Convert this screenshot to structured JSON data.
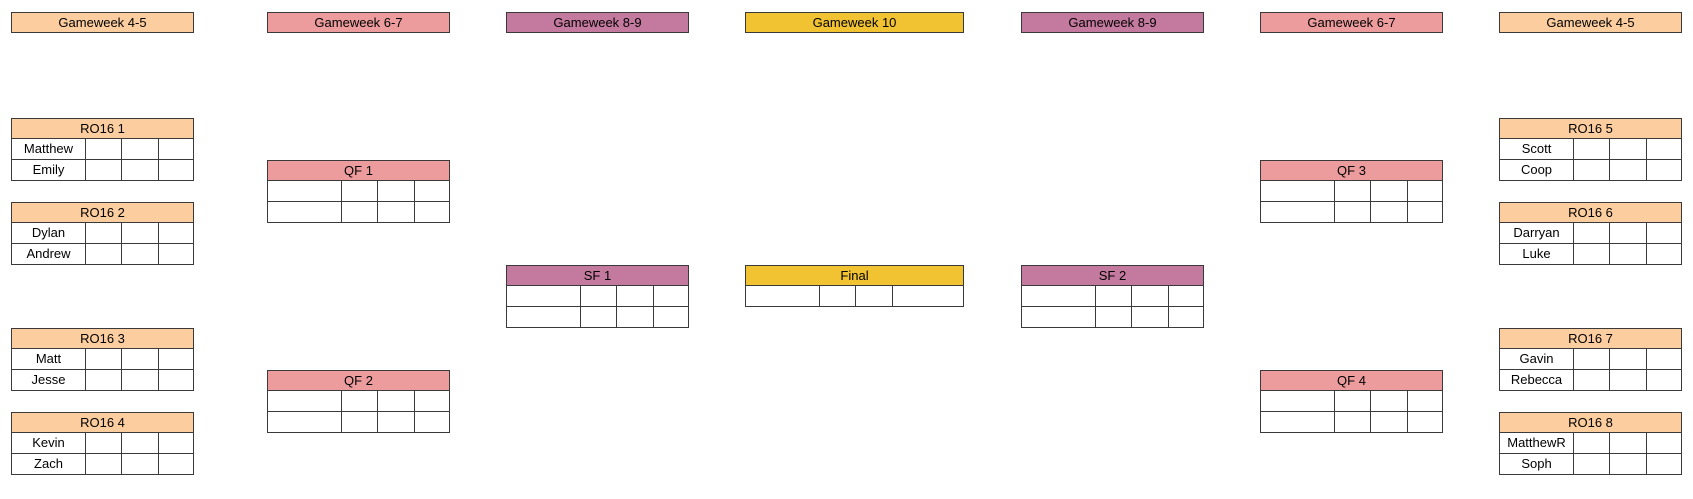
{
  "colors": {
    "gameweek_4_5": "#fccd9f",
    "gameweek_6_7": "#ec9c9c",
    "gameweek_8_9": "#c47a9e",
    "gameweek_10": "#f1c232",
    "border": "#3a3a3a"
  },
  "round_headers": [
    "Gameweek 4-5",
    "Gameweek 6-7",
    "Gameweek 8-9",
    "Gameweek 10",
    "Gameweek 8-9",
    "Gameweek 6-7",
    "Gameweek 4-5"
  ],
  "ro16": [
    {
      "title": "RO16 1",
      "players": [
        "Matthew",
        "Emily"
      ]
    },
    {
      "title": "RO16 2",
      "players": [
        "Dylan",
        "Andrew"
      ]
    },
    {
      "title": "RO16 3",
      "players": [
        "Matt",
        "Jesse"
      ]
    },
    {
      "title": "RO16 4",
      "players": [
        "Kevin",
        "Zach"
      ]
    },
    {
      "title": "RO16 5",
      "players": [
        "Scott",
        "Coop"
      ]
    },
    {
      "title": "RO16 6",
      "players": [
        "Darryan",
        "Luke"
      ]
    },
    {
      "title": "RO16 7",
      "players": [
        "Gavin",
        "Rebecca"
      ]
    },
    {
      "title": "RO16 8",
      "players": [
        "MatthewR",
        "Soph"
      ]
    }
  ],
  "qf": [
    {
      "title": "QF 1",
      "players": [
        "",
        ""
      ]
    },
    {
      "title": "QF 2",
      "players": [
        "",
        ""
      ]
    },
    {
      "title": "QF 3",
      "players": [
        "",
        ""
      ]
    },
    {
      "title": "QF 4",
      "players": [
        "",
        ""
      ]
    }
  ],
  "sf": [
    {
      "title": "SF 1",
      "players": [
        "",
        ""
      ]
    },
    {
      "title": "SF 2",
      "players": [
        "",
        ""
      ]
    }
  ],
  "final": {
    "title": "Final",
    "cells": [
      "",
      "",
      "",
      ""
    ]
  }
}
